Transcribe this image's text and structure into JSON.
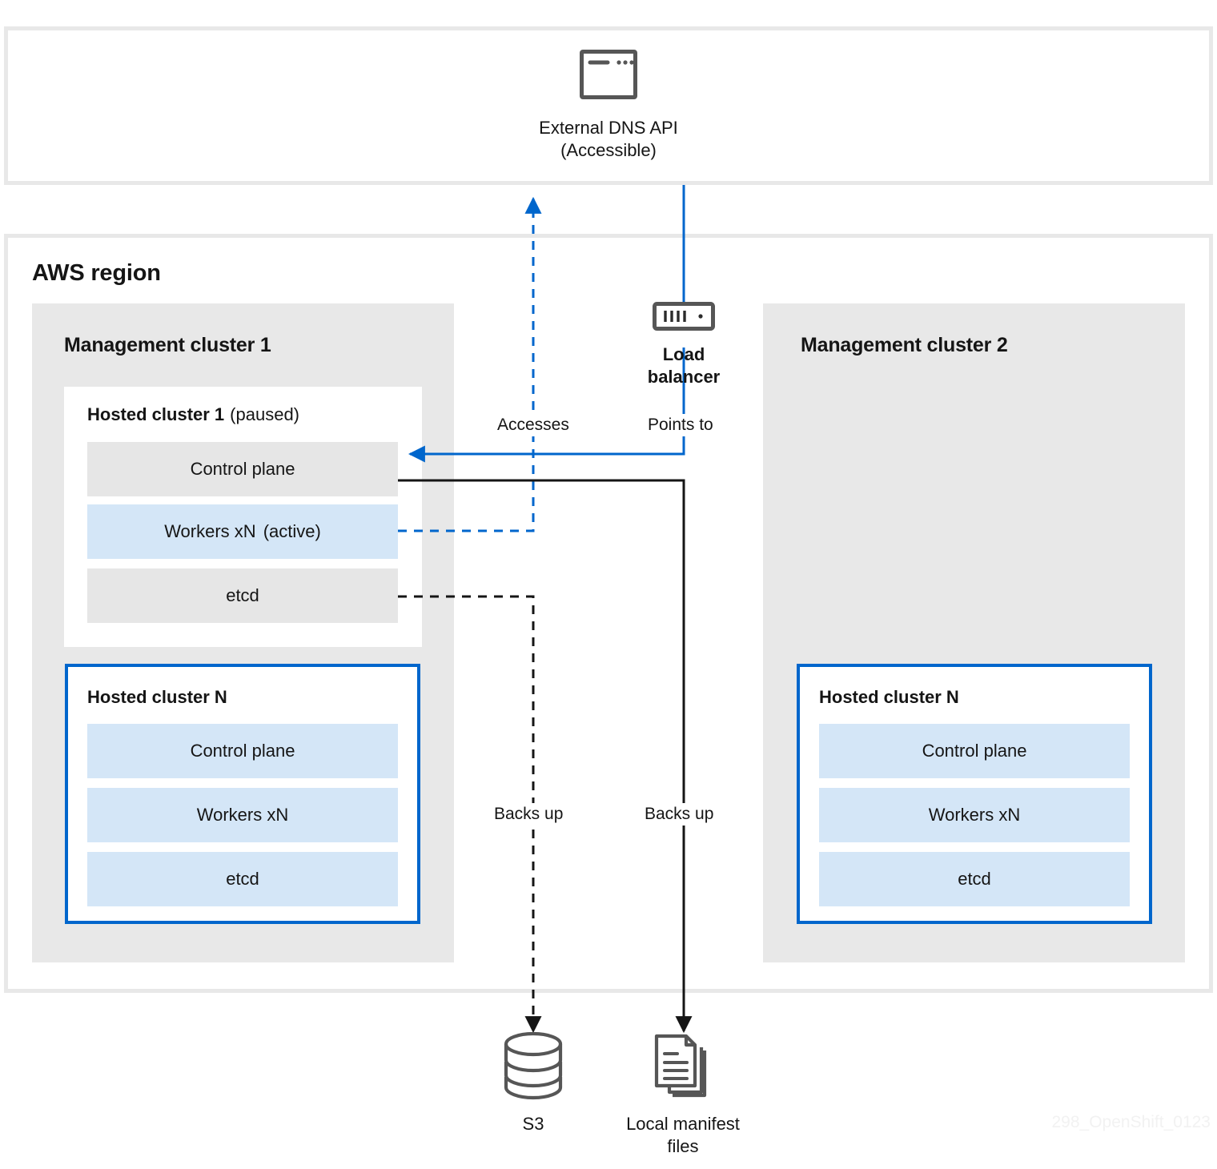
{
  "diagram": {
    "watermark": "298_OpenShift_0123",
    "colors": {
      "blue_line": "#0066cc",
      "blue_fill": "#d4e6f7",
      "grey_fill": "#e6e6e6",
      "panel_fill": "#e8e8e8",
      "outer_border": "#e8e8e8",
      "black_line": "#151515",
      "icon_stroke": "#565656"
    }
  },
  "dns_region": {
    "node": {
      "icon": "browser-window-icon",
      "title": "External DNS API",
      "subtitle": "(Accessible)"
    }
  },
  "aws_region": {
    "title": "AWS region",
    "load_balancer": {
      "icon": "load-balancer-icon",
      "line1": "Load",
      "line2": "balancer"
    },
    "management_clusters": [
      {
        "title": "Management cluster 1",
        "hosted_clusters": [
          {
            "name": "Hosted cluster 1",
            "state": "(paused)",
            "bordered": false,
            "components": [
              {
                "label": "Control plane",
                "suffix": "",
                "fill": "grey"
              },
              {
                "label": "Workers xN",
                "suffix": "(active)",
                "fill": "blue"
              },
              {
                "label": "etcd",
                "suffix": "",
                "fill": "grey"
              }
            ]
          },
          {
            "name": "Hosted cluster N",
            "state": "",
            "bordered": true,
            "components": [
              {
                "label": "Control plane",
                "suffix": "",
                "fill": "blue"
              },
              {
                "label": "Workers xN",
                "suffix": "",
                "fill": "blue"
              },
              {
                "label": "etcd",
                "suffix": "",
                "fill": "blue"
              }
            ]
          }
        ]
      },
      {
        "title": "Management cluster 2",
        "hosted_clusters": [
          {
            "name": "Hosted cluster N",
            "state": "",
            "bordered": true,
            "components": [
              {
                "label": "Control plane",
                "suffix": "",
                "fill": "blue"
              },
              {
                "label": "Workers xN",
                "suffix": "",
                "fill": "blue"
              },
              {
                "label": "etcd",
                "suffix": "",
                "fill": "blue"
              }
            ]
          }
        ]
      }
    ]
  },
  "storage_nodes": [
    {
      "icon": "database-stack-icon",
      "label": "S3"
    },
    {
      "icon": "documents-icon",
      "label_line1": "Local manifest",
      "label_line2": "files"
    }
  ],
  "edges": [
    {
      "id": "accesses",
      "label": "Accesses",
      "style": "dashed",
      "color": "#0066cc",
      "from": "workers-xn-active",
      "to": "external-dns-api"
    },
    {
      "id": "points-to",
      "label": "Points to",
      "style": "solid",
      "color": "#0066cc",
      "from": "load-balancer",
      "to": "control-plane-hosted-1"
    },
    {
      "id": "backs-up-s3",
      "label": "Backs up",
      "style": "dashed",
      "color": "#151515",
      "from": "etcd-hosted-1",
      "to": "s3"
    },
    {
      "id": "backs-up-manifests",
      "label": "Backs up",
      "style": "solid",
      "color": "#151515",
      "from": "control-plane-hosted-1",
      "to": "local-manifest-files"
    },
    {
      "id": "dns-to-lb",
      "label": "",
      "style": "solid",
      "color": "#0066cc",
      "from": "external-dns-api",
      "to": "load-balancer"
    }
  ]
}
